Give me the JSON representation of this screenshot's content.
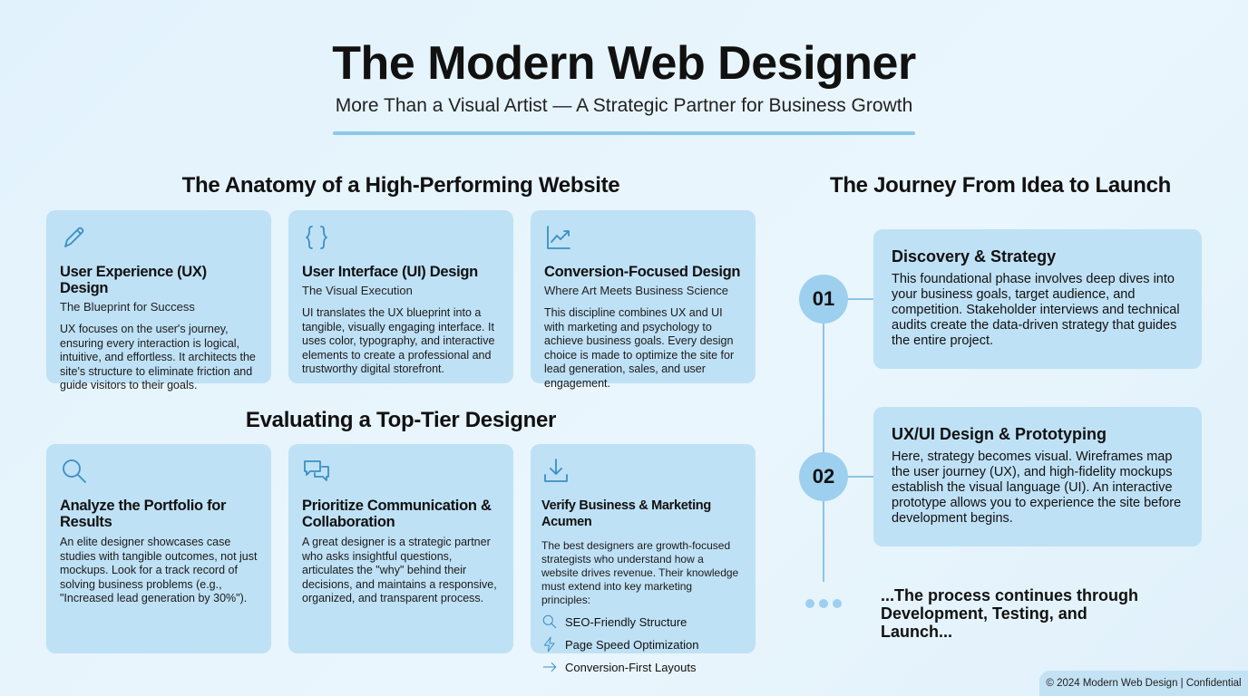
{
  "header": {
    "title": "The Modern Web Designer",
    "subtitle": "More Than a Visual Artist — A Strategic Partner for Business Growth"
  },
  "anatomy": {
    "heading": "The Anatomy of a High-Performing Website",
    "cards": [
      {
        "icon": "pencil-icon",
        "title": "User Experience (UX) Design",
        "subtitle": "The Blueprint for Success",
        "body": "UX focuses on the user's journey, ensuring every interaction is logical, intuitive, and effortless. It architects the site's structure to eliminate friction and guide visitors to their goals."
      },
      {
        "icon": "code-braces-icon",
        "title": "User Interface (UI) Design",
        "subtitle": "The Visual Execution",
        "body": "UI translates the UX blueprint into a tangible, visually engaging interface. It uses color, typography, and interactive elements to create a professional and trustworthy digital storefront."
      },
      {
        "icon": "trending-chart-icon",
        "title": "Conversion-Focused Design",
        "subtitle": "Where Art Meets Business Science",
        "body": "This discipline combines UX and UI with marketing and psychology to achieve business goals. Every design choice is made to optimize the site for lead generation, sales, and user engagement."
      }
    ]
  },
  "evaluating": {
    "heading": "Evaluating a Top-Tier Designer",
    "cards": [
      {
        "icon": "search-icon",
        "title": "Analyze the Portfolio for Results",
        "body": "An elite designer showcases case studies with tangible outcomes, not just mockups. Look for a track record of solving business problems (e.g., \"Increased lead generation by 30%\")."
      },
      {
        "icon": "chat-bubbles-icon",
        "title": "Prioritize Communication & Collaboration",
        "body": "A great designer is a strategic partner who asks insightful questions, articulates the \"why\" behind their decisions, and maintains a responsive, organized, and transparent process."
      },
      {
        "icon": "download-icon",
        "title": "Verify Business & Marketing Acumen",
        "body": "The best designers are growth-focused strategists who understand how a website drives revenue. Their knowledge must extend into key marketing principles:",
        "items": [
          {
            "icon": "search-icon",
            "label": "SEO-Friendly Structure"
          },
          {
            "icon": "lightning-icon",
            "label": "Page Speed Optimization"
          },
          {
            "icon": "arrow-right-icon",
            "label": "Conversion-First Layouts"
          }
        ]
      }
    ]
  },
  "journey": {
    "heading": "The Journey From Idea to Launch",
    "steps": [
      {
        "number": "01",
        "title": "Discovery & Strategy",
        "body": "This foundational phase involves deep dives into your business goals, target audience, and competition. Stakeholder interviews and technical audits create the data-driven strategy that guides the entire project."
      },
      {
        "number": "02",
        "title": "UX/UI Design & Prototyping",
        "body": "Here, strategy becomes visual. Wireframes map the user journey (UX), and high-fidelity mockups establish the visual language (UI). An interactive prototype allows you to experience the site before development begins."
      }
    ],
    "continuation": "...The process continues through Development, Testing, and Launch..."
  },
  "footer": {
    "text": "© 2024 Modern Web Design | Confidential"
  },
  "colors": {
    "accent": "#3a8fc4",
    "card": "#bfe1f5",
    "circle": "#9dd0ee",
    "rule": "#8cc8ea"
  }
}
